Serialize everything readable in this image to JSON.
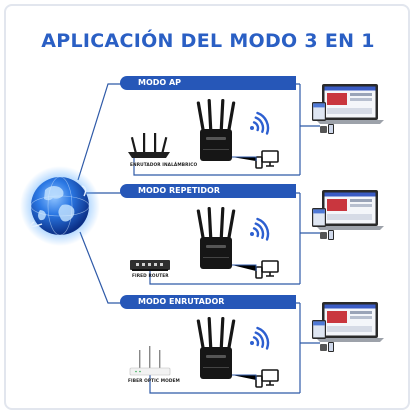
{
  "title": "APLICACIÓN DEL MODO 3 EN 1",
  "colors": {
    "title": "#2a5fc4",
    "banner": "#2657b8",
    "line": "#2f5aa8",
    "wifi": "#2d5fd0",
    "device": "#161616",
    "globe": "#1e63d6"
  },
  "modes": [
    {
      "label": "MODO AP",
      "source_label": "ENRUTADOR INALÁMBRICO"
    },
    {
      "label": "MODO REPETIDOR",
      "source_label": "FIRED ROUTER"
    },
    {
      "label": "MODO ENRUTADOR",
      "source_label": "FIBER OPTIC MODEM"
    }
  ]
}
